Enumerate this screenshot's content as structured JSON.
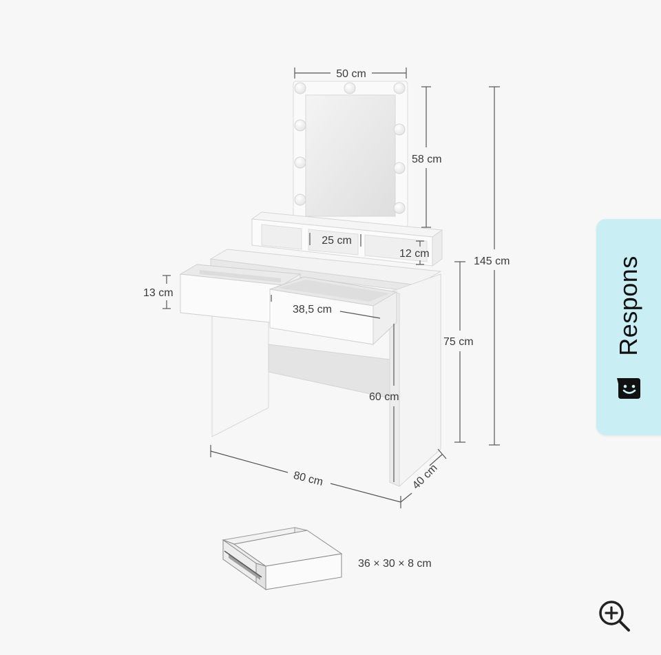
{
  "figure": {
    "dimensions": {
      "mirror_width": "50 cm",
      "mirror_height": "58 cm",
      "total_height": "145 cm",
      "shelf_compartment": "25 cm",
      "shelf_height": "12 cm",
      "drawer_height": "13 cm",
      "drawer_width": "38,5 cm",
      "table_height": "75 cm",
      "leg_clearance": "60 cm",
      "table_width": "80 cm",
      "table_depth": "40 cm"
    },
    "inner_drawer_size": "36 × 30 × 8 cm"
  },
  "feedback_tab": {
    "label": "Respons",
    "icon": "smiley-chat-icon",
    "color": "#c9eef4"
  },
  "zoom": {
    "icon": "zoom-in-icon"
  }
}
